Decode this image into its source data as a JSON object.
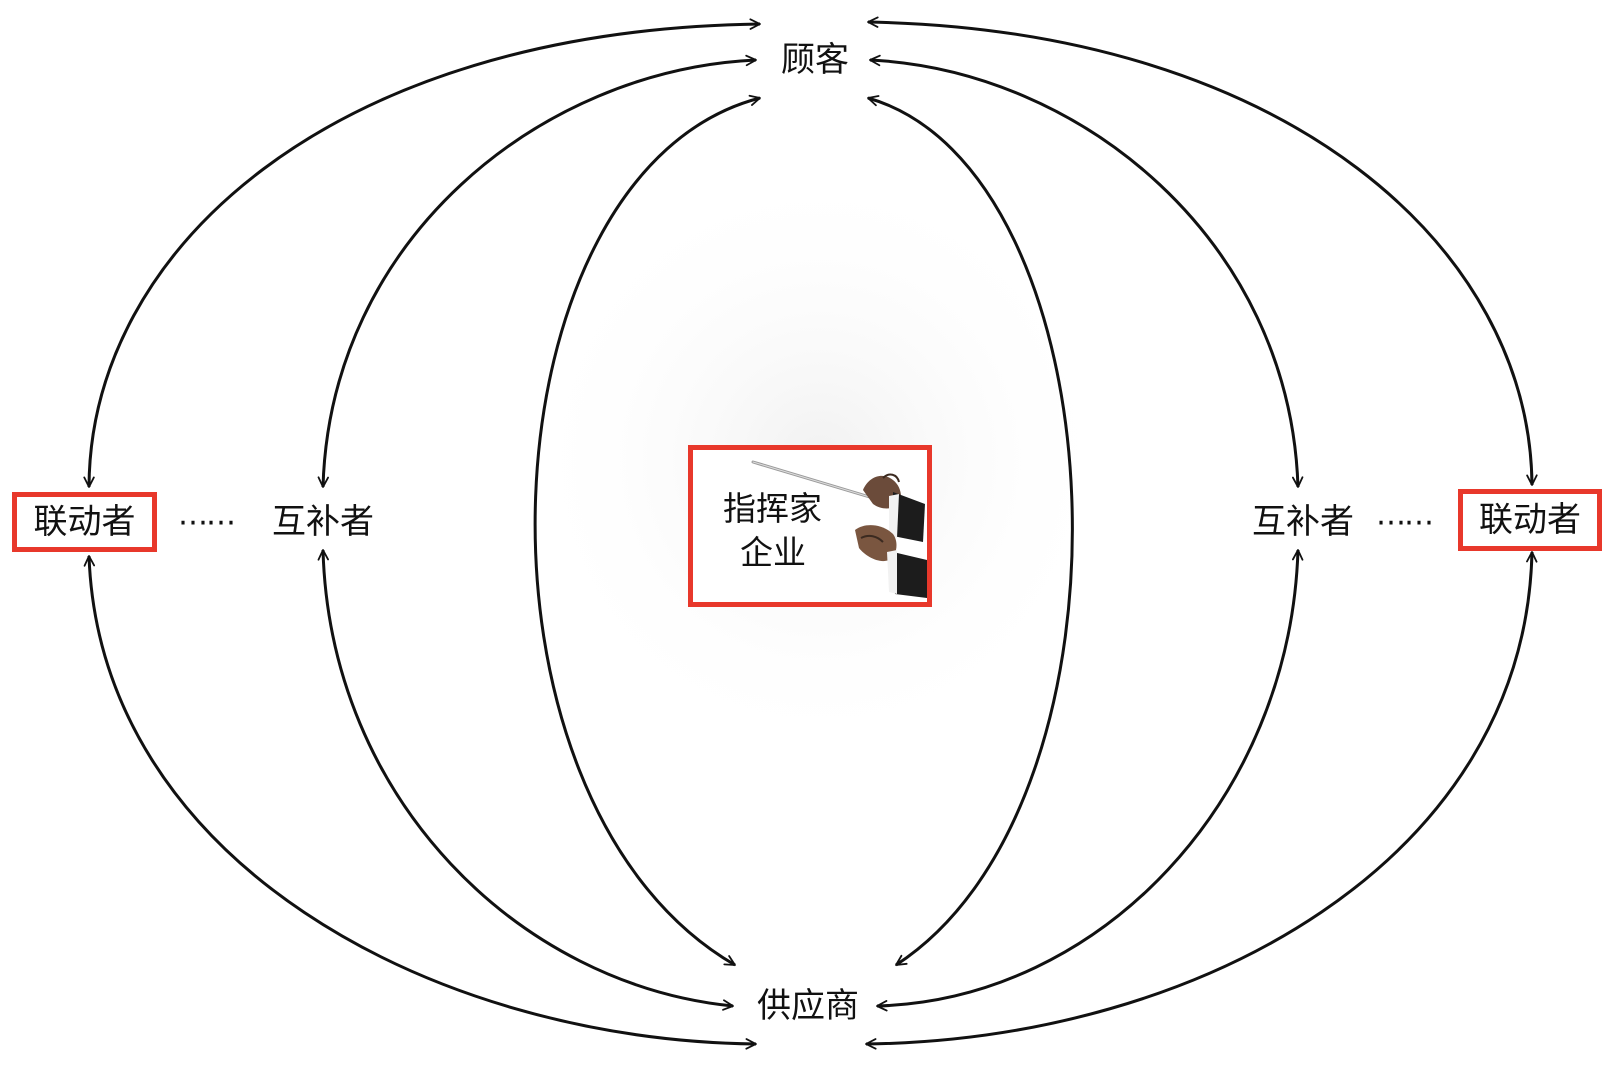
{
  "nodes": {
    "customer": "顾客",
    "supplier": "供应商",
    "left_complementor": "互补者",
    "right_complementor": "互补者",
    "left_linker": "联动者",
    "right_linker": "联动者",
    "left_ellipsis": "……",
    "right_ellipsis": "……"
  },
  "center": {
    "line1": "指挥家",
    "line2": "企业",
    "icon": "conductor-hands-with-baton-icon"
  },
  "colors": {
    "highlight_border": "#e8382b",
    "arrows": "#111111"
  }
}
